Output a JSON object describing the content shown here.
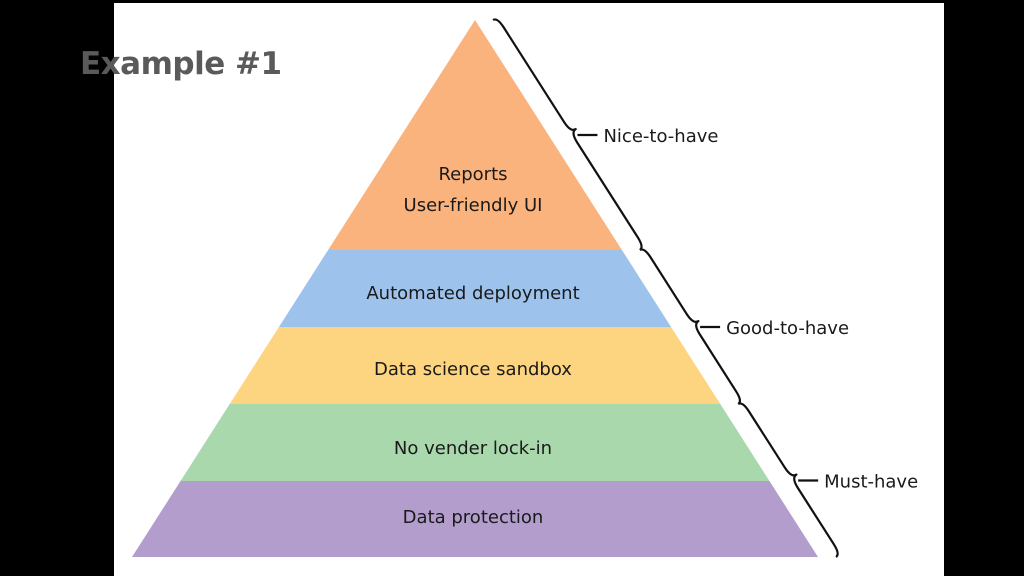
{
  "slide": {
    "title": "Example #1"
  },
  "pyramid": {
    "layers": [
      {
        "lines": [
          "Reports",
          "User-friendly UI"
        ],
        "color": "#FAB37D"
      },
      {
        "lines": [
          "Automated deployment"
        ],
        "color": "#9DC3EC"
      },
      {
        "lines": [
          "Data science sandbox"
        ],
        "color": "#FDD47F"
      },
      {
        "lines": [
          "No vender lock-in"
        ],
        "color": "#A8D8AC"
      },
      {
        "lines": [
          "Data protection"
        ],
        "color": "#B39DCD"
      }
    ],
    "brackets": [
      {
        "label": "Nice-to-have"
      },
      {
        "label": "Good-to-have"
      },
      {
        "label": "Must-have"
      }
    ]
  }
}
